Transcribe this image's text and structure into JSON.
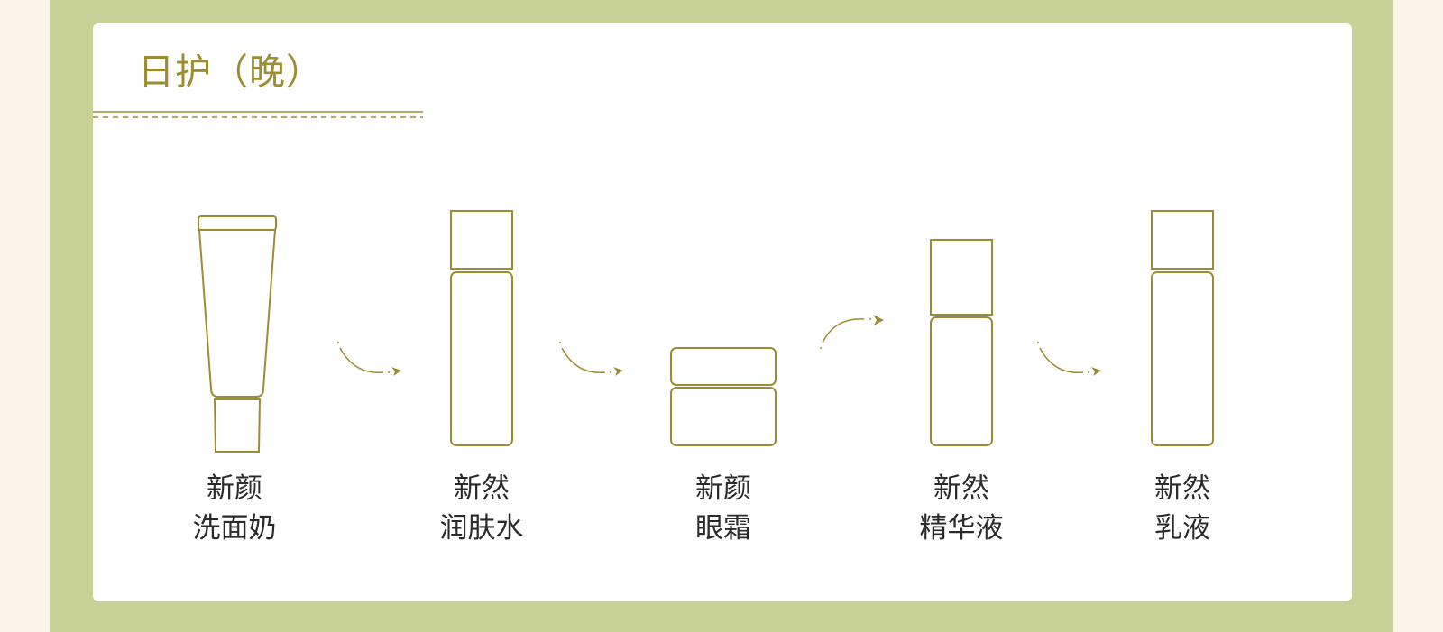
{
  "header": {
    "title": "日护（晚）"
  },
  "steps": [
    {
      "brand": "新颜",
      "product": "洗面奶",
      "icon": "tube-icon"
    },
    {
      "brand": "新然",
      "product": "润肤水",
      "icon": "toner-bottle-icon"
    },
    {
      "brand": "新颜",
      "product": "眼霜",
      "icon": "cream-jar-icon"
    },
    {
      "brand": "新然",
      "product": "精华液",
      "icon": "essence-bottle-icon"
    },
    {
      "brand": "新然",
      "product": "乳液",
      "icon": "lotion-bottle-icon"
    }
  ],
  "colors": {
    "accent": "#9c8d31",
    "frame": "#c8d298",
    "page_background": "#fbf4e9",
    "card": "#ffffff",
    "text": "#2a2a2a"
  }
}
